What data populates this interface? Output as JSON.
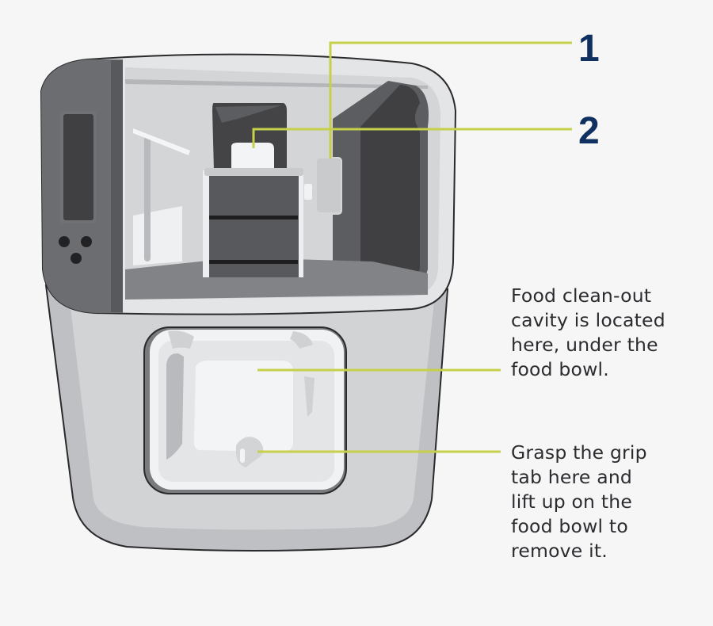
{
  "diagram": {
    "subject": "pet feeder, front view with lid and food bowl",
    "colors": {
      "background": "#f6f6f6",
      "leader_line": "#c7d04a",
      "number_color": "#0f3060",
      "text_color": "#2c2c30",
      "body_light": "#d3d4d6",
      "body_dark": "#5c5d60",
      "interior_dark": "#404042"
    },
    "callouts": [
      {
        "id": "1",
        "label": "1",
        "target": "sensor-module"
      },
      {
        "id": "2",
        "label": "2",
        "target": "food-dispenser-tab"
      },
      {
        "id": "cavity",
        "text": "Food clean-out\ncavity is located\nhere, under the\nfood bowl.",
        "target": "food-bowl-center"
      },
      {
        "id": "grip",
        "text": "Grasp the grip\ntab here and\nlift up on the\nfood bowl to\nremove it.",
        "target": "grip-tab"
      }
    ]
  }
}
